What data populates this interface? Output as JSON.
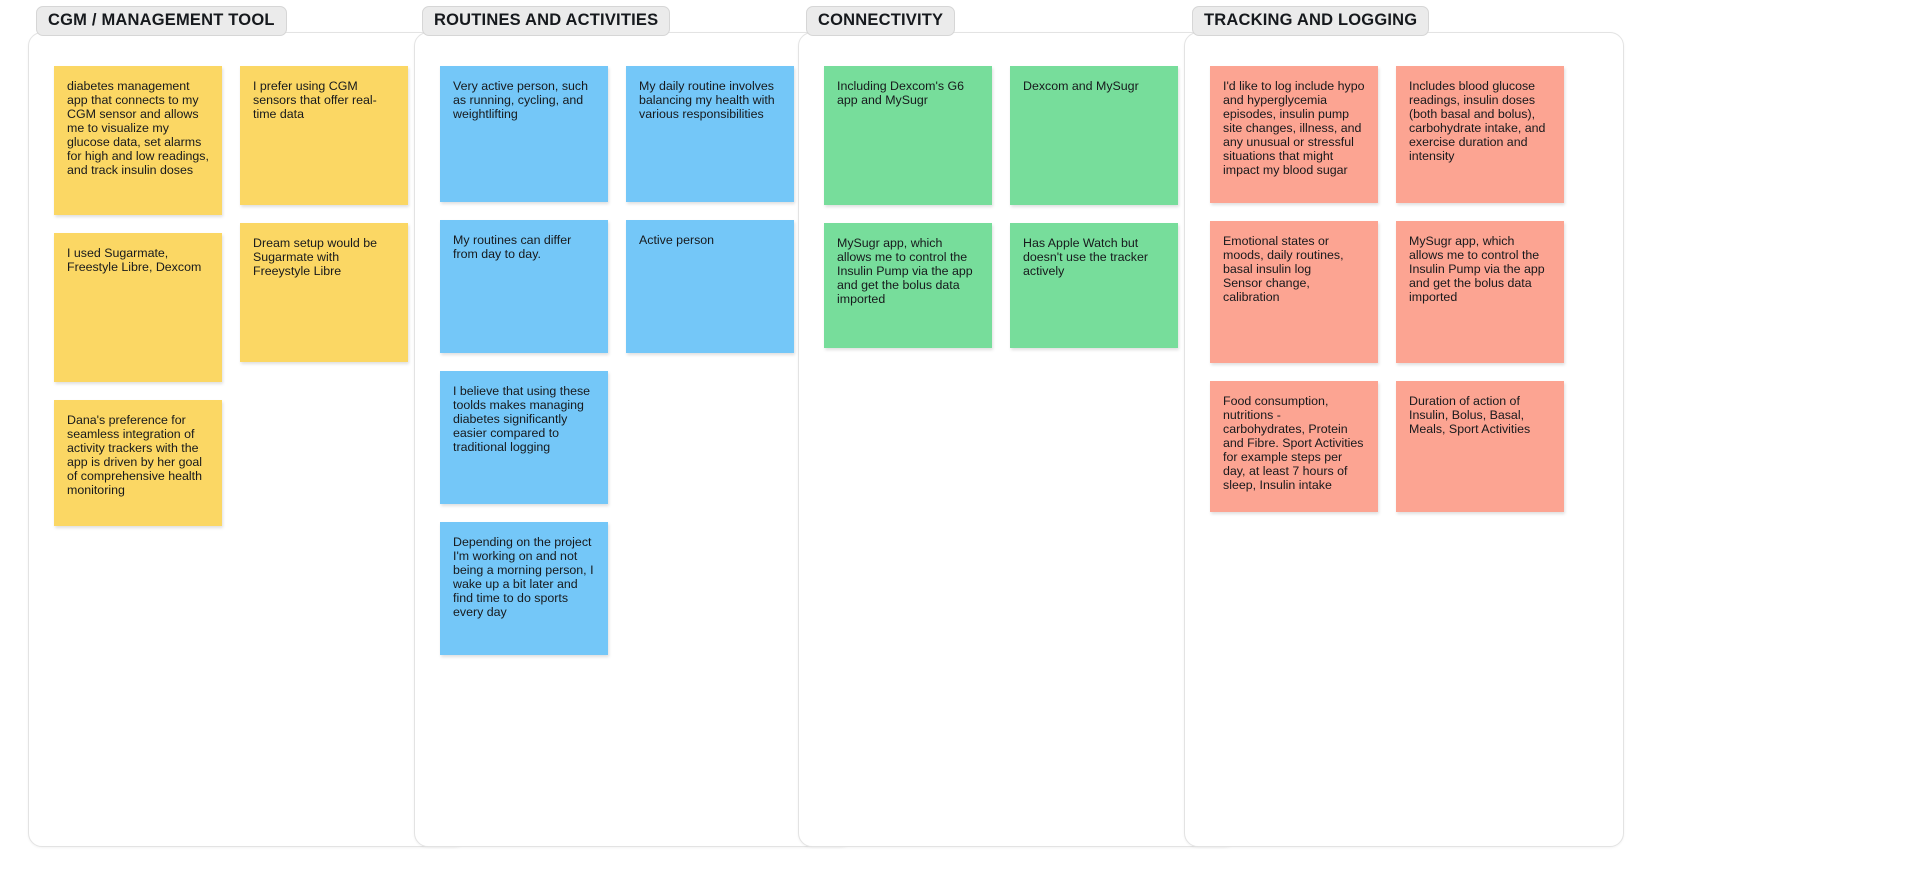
{
  "board": {
    "colors": {
      "yellow": "#FBD764",
      "blue": "#74C7F8",
      "green": "#77DD9B",
      "red": "#FCA492",
      "label_bg": "#EBEBEB",
      "panel_border": "#E3E3E3",
      "text": "#17191C"
    },
    "columns": [
      {
        "label": "CGM / MANAGEMENT TOOL",
        "color": "#FBD764",
        "left_notes": [
          {
            "text": "diabetes management app that connects to my CGM sensor and allows me to visualize my glucose data, set alarms for high and low readings, and track insulin doses",
            "height": 149
          },
          {
            "text": "I used Sugarmate, Freestyle Libre, Dexcom",
            "height": 149
          },
          {
            "text": "Dana's preference for seamless integration of activity trackers with the app is driven by her goal of comprehensive health monitoring",
            "height": 126
          }
        ],
        "right_notes": [
          {
            "text": "I prefer using CGM sensors that offer real-time data",
            "height": 139
          },
          {
            "text": "Dream setup would be Sugarmate with Freeystyle Libre",
            "height": 139
          }
        ]
      },
      {
        "label": "ROUTINES AND ACTIVITIES",
        "color": "#74C7F8",
        "left_notes": [
          {
            "text": "Very active person, such as running, cycling, and weightlifting",
            "height": 136
          },
          {
            "text": "My routines can differ from day to day.",
            "height": 133
          },
          {
            "text": "I believe that using these toolds makes managing diabetes significantly easier compared to traditional logging",
            "height": 133
          },
          {
            "text": "Depending on the project I'm working on and not being a morning person, I wake up a bit later and find time to do sports every day",
            "height": 133
          }
        ],
        "right_notes": [
          {
            "text": "My daily routine involves balancing my health with various responsibilities",
            "height": 136
          },
          {
            "text": "Active person",
            "height": 133
          }
        ]
      },
      {
        "label": "CONNECTIVITY",
        "color": "#77DD9B",
        "left_notes": [
          {
            "text": "Including Dexcom's G6 app and MySugr",
            "height": 139
          },
          {
            "text": "MySugr app, which allows me to control the Insulin Pump via the app and get the bolus data imported",
            "height": 125
          }
        ],
        "right_notes": [
          {
            "text": "Dexcom and MySugr",
            "height": 139
          },
          {
            "text": "Has Apple Watch but doesn't use the tracker actively",
            "height": 125
          }
        ]
      },
      {
        "label": "TRACKING AND LOGGING",
        "color": "#FCA492",
        "left_notes": [
          {
            "text": "I'd like to log include hypo and hyperglycemia episodes, insulin pump site changes, illness, and any unusual or stressful situations that might impact my blood sugar",
            "height": 137
          },
          {
            "text": "Emotional states or moods, daily routines, basal insulin log\nSensor change, calibration",
            "height": 142
          },
          {
            "text": "Food consumption, nutritions - carbohydrates, Protein and Fibre. Sport Activities for example steps per day, at least 7 hours of sleep, Insulin intake",
            "height": 131
          }
        ],
        "right_notes": [
          {
            "text": "Includes blood glucose readings, insulin doses (both basal and bolus), carbohydrate intake, and exercise duration and intensity",
            "height": 137
          },
          {
            "text": "MySugr app, which allows me to control the Insulin Pump via the app and get the bolus data imported",
            "height": 142
          },
          {
            "text": "Duration of action of Insulin, Bolus, Basal, Meals, Sport Activities",
            "height": 131
          }
        ]
      }
    ]
  }
}
